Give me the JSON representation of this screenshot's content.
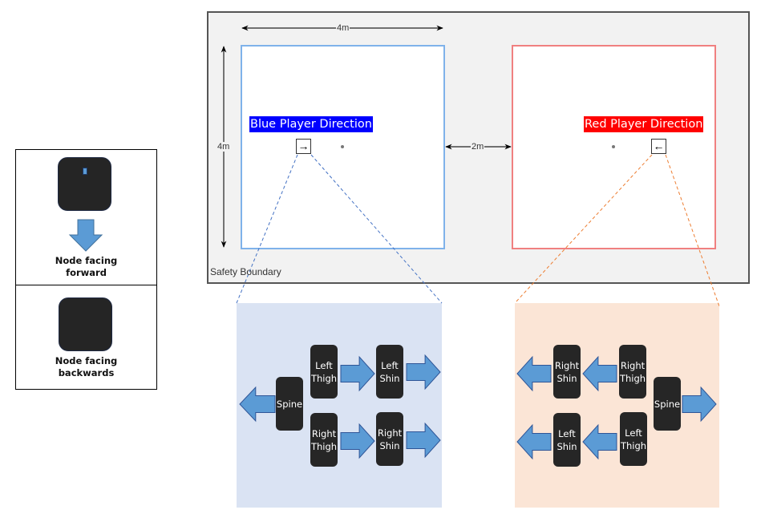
{
  "legend": {
    "forward_label": "Node facing forward",
    "forward_line1": "Node facing",
    "forward_line2": "forward",
    "backward_line1": "Node facing",
    "backward_line2": "backwards",
    "arrow_color": "#5b9bd5"
  },
  "arena": {
    "boundary_label": "Safety Boundary",
    "zone_width_label": "4m",
    "zone_height_label": "4m",
    "gap_label": "2m",
    "blue_player": {
      "label": "Blue Player Direction",
      "label_bg": "#0000ff",
      "direction_icon": "arrow-right",
      "direction_glyph": "→",
      "border_color": "#7fb2ea"
    },
    "red_player": {
      "label": "Red Player Direction",
      "label_bg": "#ff0000",
      "direction_icon": "arrow-left",
      "direction_glyph": "←",
      "border_color": "#f08080"
    }
  },
  "blue_panel": {
    "background": "#dae3f3",
    "sensors": {
      "spine": "Spine",
      "left_thigh": "Left Thigh",
      "left_shin": "Left Shin",
      "right_thigh": "Right Thigh",
      "right_shin": "Right Shin"
    }
  },
  "red_panel": {
    "background": "#fbe5d6",
    "sensors": {
      "spine": "Spine",
      "right_thigh": "Right Thigh",
      "right_shin": "Right Shin",
      "left_thigh": "Left Thigh",
      "left_shin": "Left Shin"
    }
  }
}
